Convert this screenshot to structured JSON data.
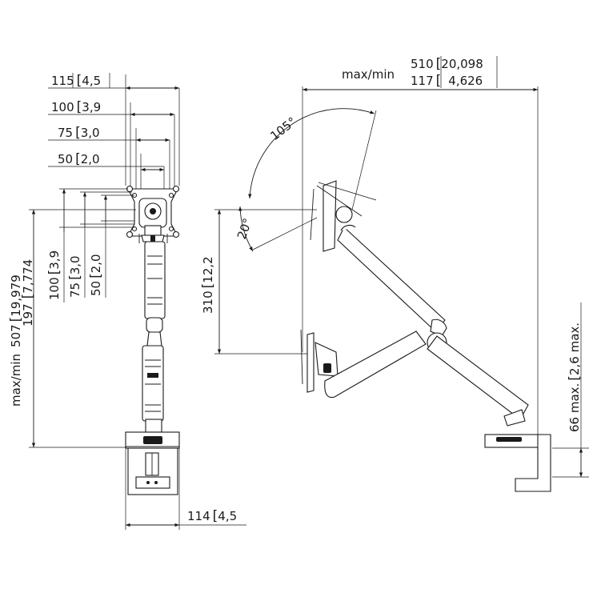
{
  "front_view": {
    "vesa_max": "115",
    "vesa_max_in": "4,5",
    "vesa_3": "100",
    "vesa_3_in": "3,9",
    "vesa_2": "75",
    "vesa_2_in": "3,0",
    "vesa_1": "50",
    "vesa_1_in": "2,0",
    "vert_100": "100",
    "vert_100_in": "3,9",
    "vert_75": "75",
    "vert_75_in": "3,0",
    "vert_50": "50",
    "vert_50_in": "2,0",
    "height_label": "max/min",
    "height_max": "507",
    "height_max_in": "19,979",
    "height_min": "197",
    "height_min_in": "7,774",
    "clamp_width": "114",
    "clamp_width_in": "4,5"
  },
  "side_view": {
    "reach_label": "max/min",
    "reach_max": "510",
    "reach_max_in": "20,098",
    "reach_min": "117",
    "reach_min_in": "4,626",
    "tilt_up": "105°",
    "tilt_down": "20°",
    "lift_range": "310",
    "lift_range_in": "12,2",
    "desk_thickness": "66 max.",
    "desk_thickness_in": "2,6 max."
  }
}
